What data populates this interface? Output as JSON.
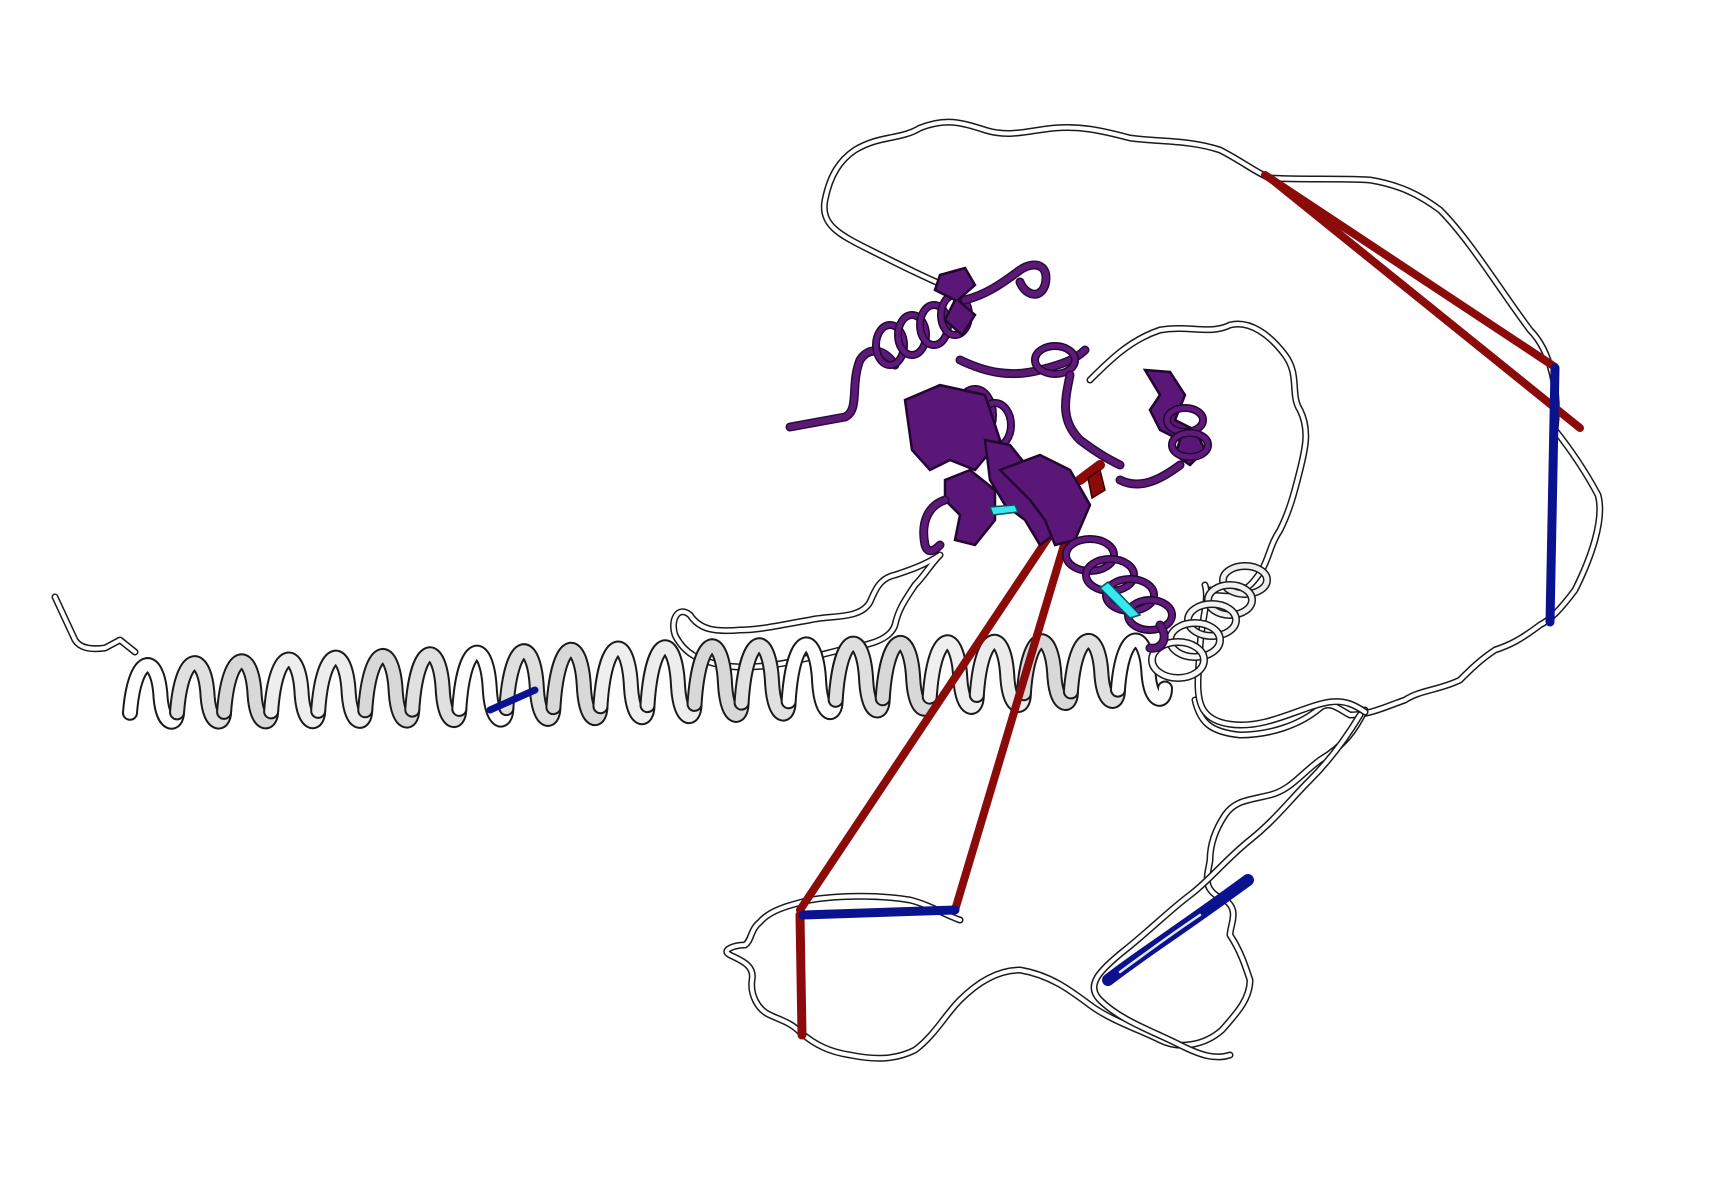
{
  "scene": {
    "background": "#ffffff",
    "colors": {
      "coil": "#ffffff",
      "coil_outline": "#1a1a1a",
      "domain": "#5a1778",
      "domain_outline": "#220630",
      "crosslink_red": "#8b0b0b",
      "crosslink_blue": "#0a128f",
      "highlight": "#39e7f0"
    },
    "elements": [
      "long-white-helix",
      "disordered-loops",
      "folded-purple-domain",
      "red-crosslinks",
      "blue-segments",
      "cyan-highlights"
    ]
  }
}
